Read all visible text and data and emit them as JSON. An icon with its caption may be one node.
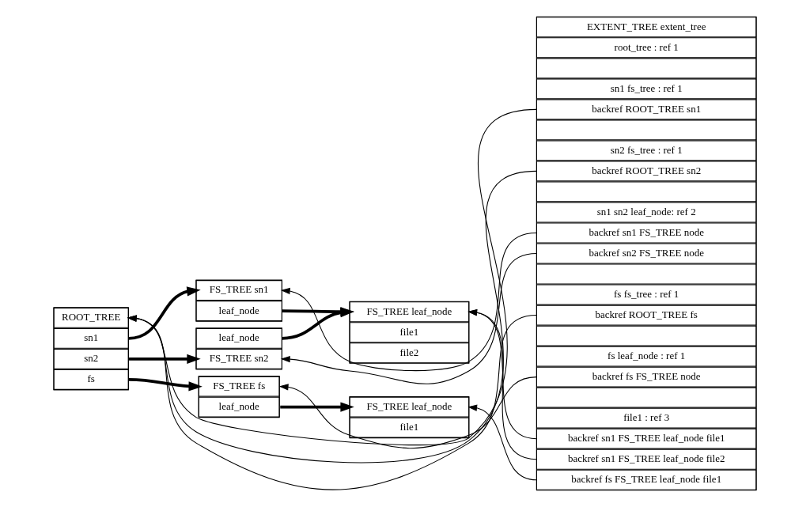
{
  "diagram": {
    "nodes": [
      {
        "text": [],
        "shape": "box"
      },
      {
        "text": [
          "ROOT_TREE"
        ],
        "in": 0
      },
      {
        "text": [
          "sn1"
        ],
        "in": 0
      },
      {
        "text": [
          "sn2"
        ],
        "in": 0
      },
      {
        "text": [
          "fs"
        ],
        "in": 0
      },
      {
        "text": [],
        "shape": "box"
      },
      {
        "text": [
          "FS_TREE sn1"
        ],
        "in": 5
      },
      {
        "text": [
          "leaf_node"
        ],
        "in": 5
      },
      {
        "text": [],
        "shape": "box"
      },
      {
        "text": [
          "FS_TREE sn2"
        ],
        "in": 8
      },
      {
        "text": [
          "leaf_node"
        ],
        "in": 8
      },
      {
        "text": [],
        "shape": "box"
      },
      {
        "text": [
          "FS_TREE fs"
        ],
        "in": 11
      },
      {
        "text": [
          "leaf_node"
        ],
        "in": 11
      },
      {
        "text": [],
        "shape": "box"
      },
      {
        "text": [
          "FS_TREE leaf_node"
        ],
        "in": 14
      },
      {
        "text": [
          "file1"
        ],
        "in": 14
      },
      {
        "text": [
          "file2"
        ],
        "in": 14
      },
      {
        "text": [],
        "shape": "box"
      },
      {
        "text": [
          "FS_TREE leaf_node"
        ],
        "in": 18
      },
      {
        "text": [
          "file1"
        ],
        "in": 18
      },
      {
        "text": [],
        "shape": "box"
      },
      {
        "text": [
          "EXTENT_TREE extent_tree"
        ],
        "in": 21
      },
      {
        "text": [
          "root_tree : ref 1"
        ],
        "in": 21
      },
      {
        "text": [],
        "shape": "box",
        "in": 21
      },
      {
        "text": [
          "sn1 fs_tree : ref 1"
        ],
        "in": 21
      },
      {
        "text": [
          "backref ROOT_TREE sn1"
        ],
        "in": 21
      },
      {
        "text": [],
        "shape": "box",
        "in": 21
      },
      {
        "text": [
          "sn2 fs_tree : ref 1"
        ],
        "in": 21
      },
      {
        "text": [
          "backref ROOT_TREE sn2"
        ],
        "in": 21
      },
      {
        "text": [],
        "shape": "box",
        "in": 21
      },
      {
        "text": [
          "sn1 sn2 leaf_node: ref 2"
        ],
        "in": 21
      },
      {
        "text": [
          "backref sn1 FS_TREE node"
        ],
        "in": 21
      },
      {
        "text": [
          "backref sn2 FS_TREE node"
        ],
        "in": 21
      },
      {
        "text": [],
        "shape": "box",
        "in": 21
      },
      {
        "text": [
          "fs fs_tree : ref 1"
        ],
        "in": 21
      },
      {
        "text": [
          "backref ROOT_TREE fs"
        ],
        "in": 21
      },
      {
        "text": [],
        "shape": "box",
        "in": 21
      },
      {
        "text": [
          "fs leaf_node : ref 1"
        ],
        "in": 21
      },
      {
        "text": [
          "backref fs FS_TREE node"
        ],
        "in": 21
      },
      {
        "text": [],
        "shape": "box",
        "in": 21
      },
      {
        "text": [
          "file1 : ref 3"
        ],
        "in": 21
      },
      {
        "text": [
          "backref sn1 FS_TREE leaf_node file1"
        ],
        "in": 21
      },
      {
        "text": [
          "backref sn1 FS_TREE leaf_node file2"
        ],
        "in": 21
      },
      {
        "text": [
          "backref fs FS_TREE leaf_node file1"
        ],
        "in": 21
      }
    ],
    "edges": [
      {
        "from": 2,
        "to": 6,
        "arrow": "to",
        "style": "thick"
      },
      {
        "from": 3,
        "to": 9,
        "arrow": "to",
        "style": "thick"
      },
      {
        "from": 4,
        "to": 12,
        "arrow": "to",
        "style": "thick"
      },
      {
        "from": 7,
        "to": 15,
        "arrow": "to",
        "style": "thick"
      },
      {
        "from": 10,
        "to": 15,
        "arrow": "to",
        "style": "thick"
      },
      {
        "from": 13,
        "to": 19,
        "arrow": "to",
        "style": "thick"
      },
      {
        "from": 26,
        "to": 1,
        "arrow": "to"
      },
      {
        "from": 29,
        "to": 1,
        "arrow": "to"
      },
      {
        "from": 36,
        "to": 1,
        "arrow": "to"
      },
      {
        "from": 32,
        "to": 6,
        "arrow": "to"
      },
      {
        "from": 33,
        "to": 9,
        "arrow": "to"
      },
      {
        "from": 39,
        "to": 12,
        "arrow": "to"
      },
      {
        "from": 42,
        "to": 15,
        "arrow": "to"
      },
      {
        "from": 43,
        "to": 15,
        "arrow": "to"
      },
      {
        "from": 44,
        "to": 19,
        "arrow": "to"
      }
    ]
  }
}
